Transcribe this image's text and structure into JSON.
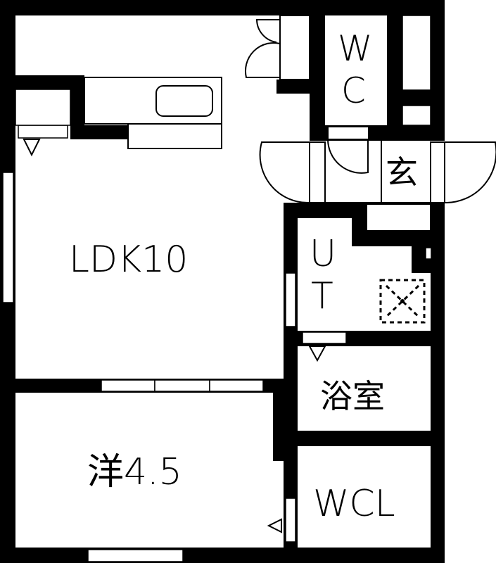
{
  "floorplan": {
    "colors": {
      "wall": "#000000",
      "floor": "#ffffff",
      "line": "#000000"
    },
    "rooms": [
      {
        "id": "ldk",
        "label": "LDK10"
      },
      {
        "id": "wc",
        "label_line1": "W",
        "label_line2": "C"
      },
      {
        "id": "entrance",
        "label": "玄"
      },
      {
        "id": "utility",
        "label_line1": "U",
        "label_line2": "T"
      },
      {
        "id": "bath",
        "label": "浴室"
      },
      {
        "id": "western",
        "label": "洋4.5"
      },
      {
        "id": "walkin-closet",
        "label": "WCL"
      }
    ]
  }
}
